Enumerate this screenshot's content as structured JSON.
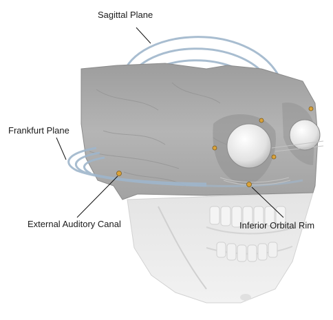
{
  "labels": {
    "sagittal_plane": "Sagittal Plane",
    "frankfurt_plane": "Frankfurt Plane",
    "external_auditory_canal": "External Auditory Canal",
    "inferior_orbital_rim": "Inferior Orbital Rim"
  },
  "colors": {
    "plane_rings": "#9fb6cc",
    "landmark_marker": "#d9a23a",
    "leader_line": "#111111",
    "bone_upper": "#a9a9a9",
    "bone_lower": "#e6e6e6"
  }
}
